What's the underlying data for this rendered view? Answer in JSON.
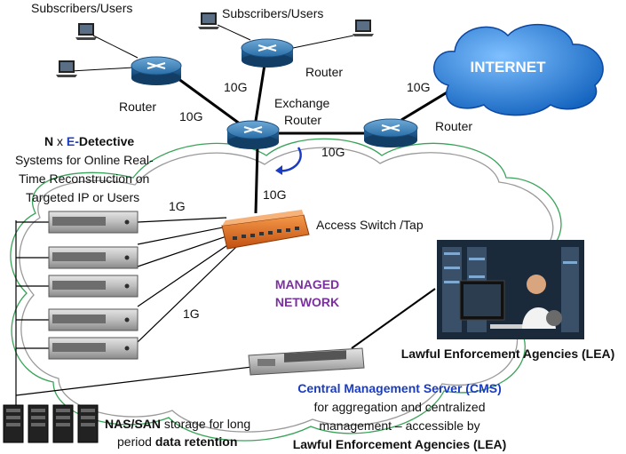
{
  "labels": {
    "subscribers_left": "Subscribers/Users",
    "subscribers_right": "Subscribers/Users",
    "router_left": "Router",
    "router_top": "Router",
    "router_right": "Router",
    "exchange_line1": "Exchange",
    "exchange_line2": "Router",
    "internet": "INTERNET",
    "link_10g_a": "10G",
    "link_10g_b": "10G",
    "link_10g_c": "10G",
    "link_10g_d": "10G",
    "link_10g_e": "10G",
    "link_1g_a": "1G",
    "link_1g_b": "1G",
    "ed_n": "N",
    "ed_x": " x ",
    "ed_e": "E-",
    "ed_detective": "Detective",
    "ed_line2": "Systems for Online Real-",
    "ed_line3": "Time Reconstruction on",
    "ed_line4": "Targeted IP or Users",
    "access_switch": "Access Switch /Tap",
    "managed_line1": "MANAGED",
    "managed_line2": "NETWORK",
    "lea_top": "Lawful Enforcement Agencies (LEA)",
    "cms_title": "Central Management Server  (CMS)",
    "cms_line2": "for  aggregation and centralized",
    "cms_line3": "management – accessible by",
    "cms_line4": "Lawful Enforcement Agencies (LEA)",
    "nas_bold": "NAS/SAN",
    "nas_rest": " storage for long",
    "retention_pre": "period ",
    "retention_bold": "data retention"
  },
  "colors": {
    "internet_cloud": "#1e88e5",
    "router": "#2a6fa8",
    "switch": "#e8702a",
    "accent_blue": "#1a3cc4",
    "accent_purple": "#7b2fa0",
    "cloud_stroke": "#3aa35a"
  }
}
